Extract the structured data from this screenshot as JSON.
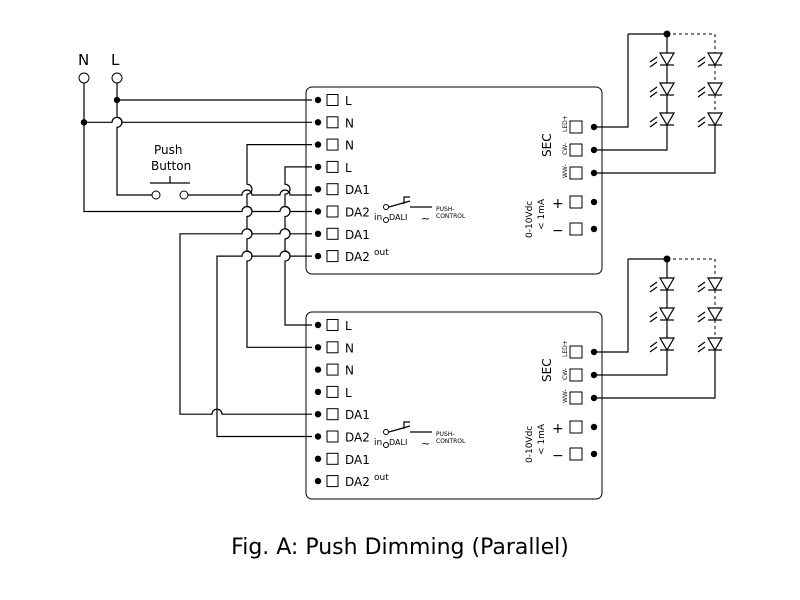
{
  "caption": "Fig. A: Push Dimming (Parallel)",
  "mains": {
    "n_label": "N",
    "l_label": "L"
  },
  "push_button": {
    "line1": "Push",
    "line2": "Button"
  },
  "driver": {
    "terminals": [
      "L",
      "N",
      "N",
      "L",
      "DA1",
      "DA2",
      "DA1",
      "DA2"
    ],
    "in_label": "in",
    "out_label": "out",
    "dali_label": "DALI",
    "push_control_line1": "PUSH-",
    "push_control_line2": "CONTROL",
    "sec_label": "SEC",
    "sec_terminals": [
      "LED+",
      "CW-",
      "WW-"
    ],
    "dim_label_line1": "0-10Vdc",
    "dim_label_line2": "< 1mA",
    "dim_plus": "+",
    "dim_minus": "−"
  },
  "colors": {
    "line": "#000000",
    "background": "#ffffff"
  }
}
